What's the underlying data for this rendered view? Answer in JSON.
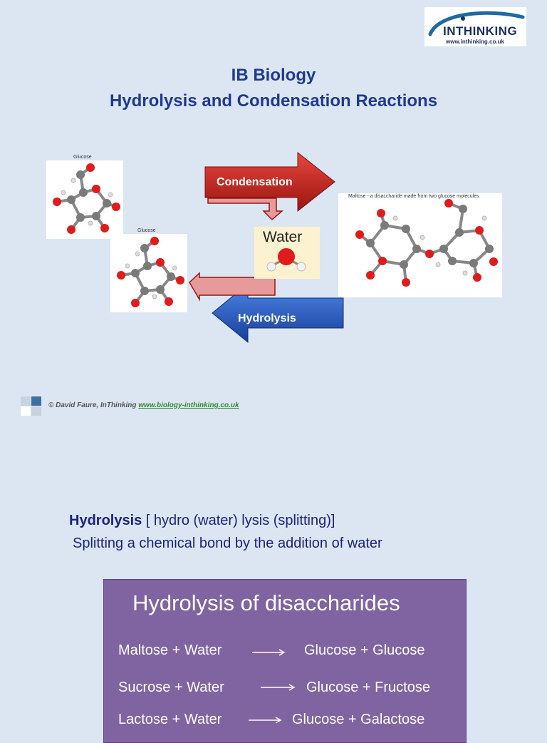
{
  "logo": {
    "brand_text": "INTHINKING",
    "url": "www.inthinking.co.uk"
  },
  "header": {
    "line1": "IB Biology",
    "line2": "Hydrolysis  and Condensation Reactions"
  },
  "diagram": {
    "glucose_top_label": "Glucose",
    "glucose_bottom_label": "Glucose",
    "maltose_label": "Maltose  - a disaccharide made  from two glucose molecules",
    "condensation_label": "Condensation",
    "water_label": "Water",
    "hydrolysis_label": "Hydrolysis"
  },
  "credit": {
    "text": "© David Faure, InThinking ",
    "link": "www.biology-inthinking.co.uk"
  },
  "definition": {
    "term": "Hydrolysis",
    "etymology": "  [ hydro (water) lysis (splitting)]",
    "line2": "Splitting a chemical bond by the addition of water"
  },
  "disaccharides": {
    "title": "Hydrolysis of disaccharides",
    "equations": [
      {
        "left": "Maltose + Water",
        "right": "Glucose + Glucose"
      },
      {
        "left": "Sucrose + Water",
        "right": "Glucose + Fructose"
      },
      {
        "left": "Lactose + Water",
        "right": "Glucose + Galactose"
      }
    ]
  },
  "colors": {
    "background": "#dce6f2",
    "title": "#1f3a93",
    "condensation_arrow": "#c0211c",
    "hydrolysis_arrow": "#1f4fb5",
    "purple_box": "#8064a2",
    "atom_oxygen": "#e01b1b",
    "atom_carbon": "#7a7a7a",
    "atom_hydrogen": "#f2f2f2"
  }
}
